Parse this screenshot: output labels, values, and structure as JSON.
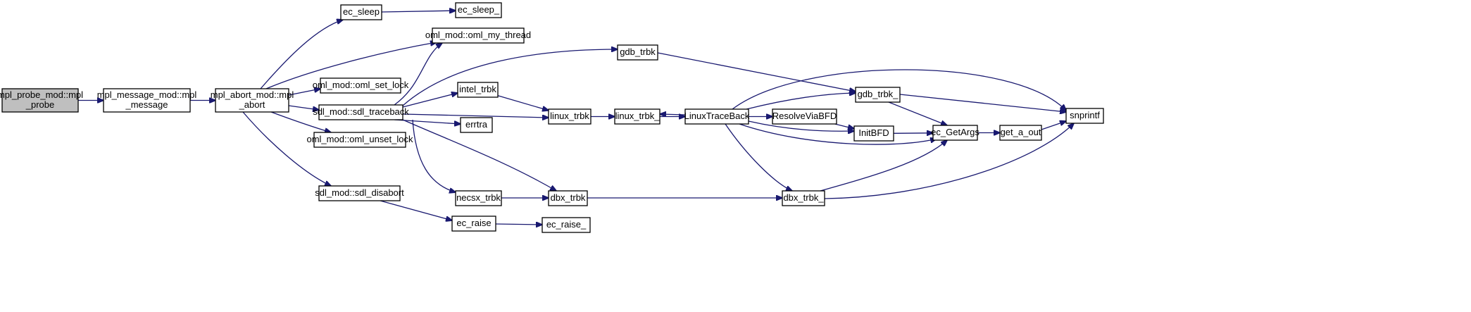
{
  "graph": {
    "root": "mpl_probe",
    "colors": {
      "edge": "#191970",
      "root_fill": "#bfbfbf",
      "node_fill": "#ffffff",
      "node_border": "#000000"
    },
    "nodes": {
      "mpl_probe": {
        "lines": [
          "mpl_probe_mod::mpl",
          "_probe"
        ]
      },
      "mpl_message": {
        "lines": [
          "mpl_message_mod::mpl",
          "_message"
        ]
      },
      "mpl_abort": {
        "lines": [
          "mpl_abort_mod::mpl",
          "_abort"
        ]
      },
      "ec_sleep": {
        "lines": [
          "ec_sleep"
        ]
      },
      "ec_sleep_": {
        "lines": [
          "ec_sleep_"
        ]
      },
      "oml_my_thread": {
        "lines": [
          "oml_mod::oml_my_thread"
        ]
      },
      "oml_set_lock": {
        "lines": [
          "oml_mod::oml_set_lock"
        ]
      },
      "sdl_traceback": {
        "lines": [
          "sdl_mod::sdl_traceback"
        ]
      },
      "oml_unset_lock": {
        "lines": [
          "oml_mod::oml_unset_lock"
        ]
      },
      "sdl_disabort": {
        "lines": [
          "sdl_mod::sdl_disabort"
        ]
      },
      "gdb_trbk": {
        "lines": [
          "gdb_trbk"
        ]
      },
      "intel_trbk": {
        "lines": [
          "intel_trbk"
        ]
      },
      "errtra": {
        "lines": [
          "errtra"
        ]
      },
      "necsx_trbk": {
        "lines": [
          "necsx_trbk"
        ]
      },
      "dbx_trbk": {
        "lines": [
          "dbx_trbk"
        ]
      },
      "linux_trbk": {
        "lines": [
          "linux_trbk"
        ]
      },
      "linux_trbk_": {
        "lines": [
          "linux_trbk_"
        ]
      },
      "LinuxTraceBack": {
        "lines": [
          "LinuxTraceBack"
        ]
      },
      "ResolveViaBFD": {
        "lines": [
          "ResolveViaBFD"
        ]
      },
      "InitBFD": {
        "lines": [
          "InitBFD"
        ]
      },
      "gdb_trbk_": {
        "lines": [
          "gdb_trbk_"
        ]
      },
      "dbx_trbk_": {
        "lines": [
          "dbx_trbk_"
        ]
      },
      "ec_GetArgs": {
        "lines": [
          "ec_GetArgs"
        ]
      },
      "get_a_out": {
        "lines": [
          "get_a_out"
        ]
      },
      "snprintf": {
        "lines": [
          "snprintf"
        ]
      },
      "ec_raise": {
        "lines": [
          "ec_raise"
        ]
      },
      "ec_raise_": {
        "lines": [
          "ec_raise_"
        ]
      }
    },
    "edges": [
      [
        "mpl_probe",
        "mpl_message"
      ],
      [
        "mpl_message",
        "mpl_abort"
      ],
      [
        "mpl_abort",
        "ec_sleep"
      ],
      [
        "mpl_abort",
        "oml_my_thread"
      ],
      [
        "mpl_abort",
        "oml_set_lock"
      ],
      [
        "mpl_abort",
        "sdl_traceback"
      ],
      [
        "mpl_abort",
        "oml_unset_lock"
      ],
      [
        "mpl_abort",
        "sdl_disabort"
      ],
      [
        "ec_sleep",
        "ec_sleep_"
      ],
      [
        "sdl_traceback",
        "oml_my_thread"
      ],
      [
        "sdl_traceback",
        "gdb_trbk"
      ],
      [
        "sdl_traceback",
        "intel_trbk"
      ],
      [
        "sdl_traceback",
        "linux_trbk"
      ],
      [
        "sdl_traceback",
        "errtra"
      ],
      [
        "sdl_traceback",
        "necsx_trbk"
      ],
      [
        "sdl_traceback",
        "dbx_trbk"
      ],
      [
        "sdl_disabort",
        "ec_raise"
      ],
      [
        "ec_raise",
        "ec_raise_"
      ],
      [
        "gdb_trbk",
        "gdb_trbk_"
      ],
      [
        "intel_trbk",
        "linux_trbk"
      ],
      [
        "necsx_trbk",
        "dbx_trbk"
      ],
      [
        "linux_trbk",
        "linux_trbk_"
      ],
      [
        "linux_trbk_",
        "LinuxTraceBack"
      ],
      [
        "LinuxTraceBack",
        "linux_trbk_"
      ],
      [
        "LinuxTraceBack",
        "gdb_trbk_"
      ],
      [
        "LinuxTraceBack",
        "ResolveViaBFD"
      ],
      [
        "LinuxTraceBack",
        "InitBFD"
      ],
      [
        "LinuxTraceBack",
        "ec_GetArgs"
      ],
      [
        "LinuxTraceBack",
        "dbx_trbk_"
      ],
      [
        "LinuxTraceBack",
        "snprintf"
      ],
      [
        "ResolveViaBFD",
        "InitBFD"
      ],
      [
        "InitBFD",
        "ec_GetArgs"
      ],
      [
        "gdb_trbk_",
        "ec_GetArgs"
      ],
      [
        "gdb_trbk_",
        "snprintf"
      ],
      [
        "dbx_trbk",
        "dbx_trbk_"
      ],
      [
        "dbx_trbk_",
        "ec_GetArgs"
      ],
      [
        "dbx_trbk_",
        "snprintf"
      ],
      [
        "ec_GetArgs",
        "get_a_out"
      ],
      [
        "get_a_out",
        "snprintf"
      ]
    ]
  }
}
